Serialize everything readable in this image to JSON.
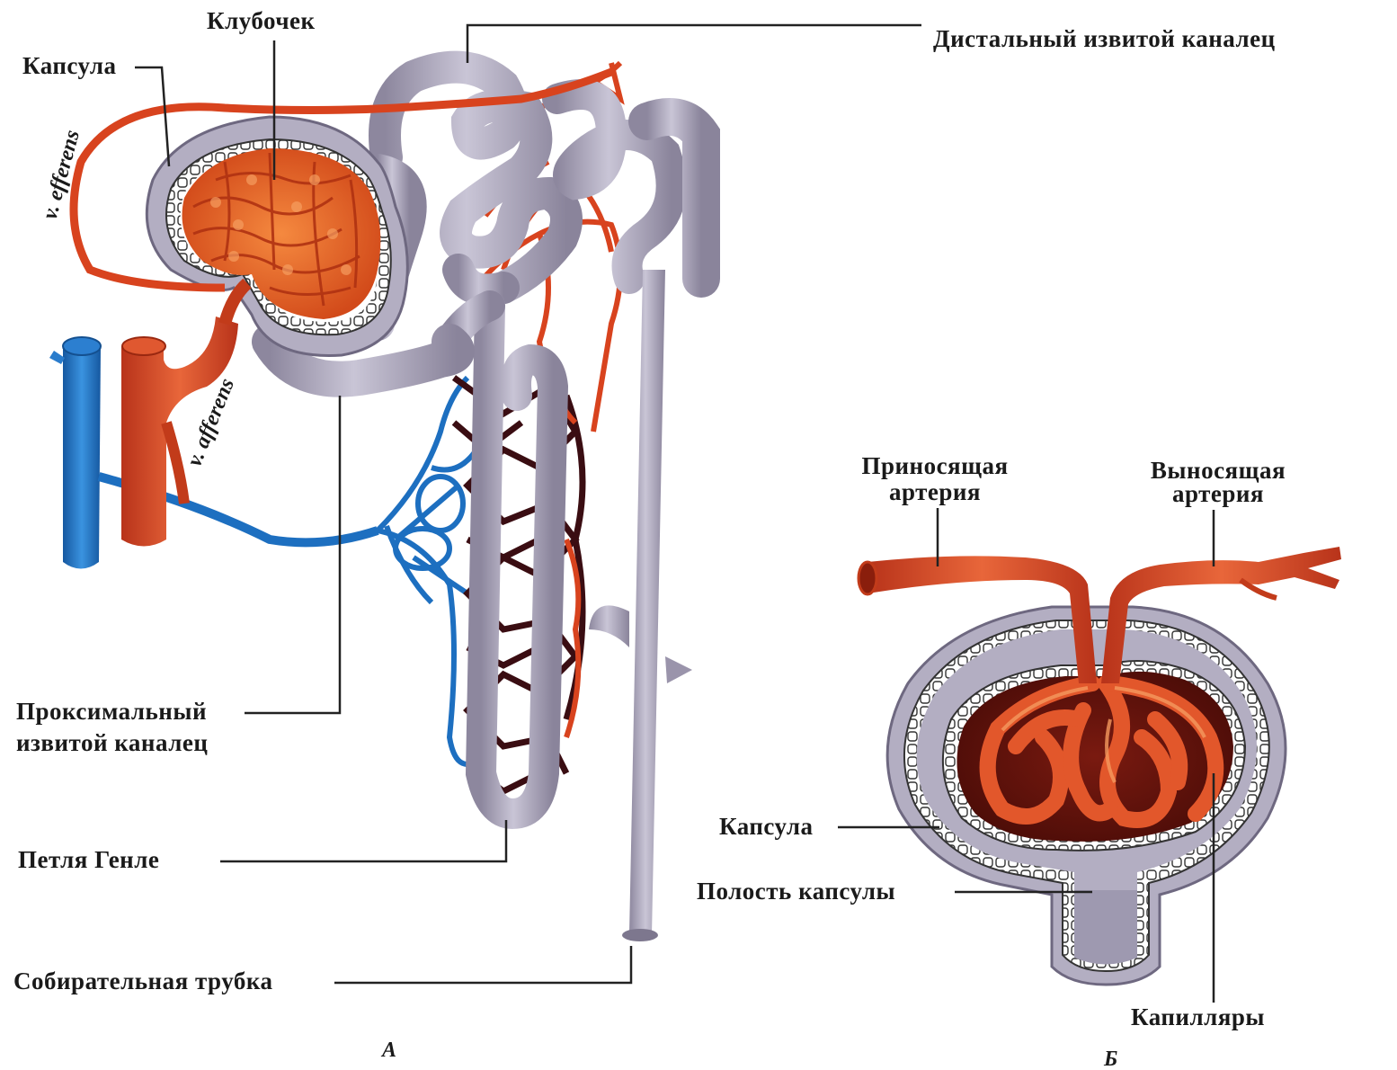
{
  "panel_a": {
    "caption": "А",
    "labels": {
      "kapsula": "Капсула",
      "klubochek": "Клубочек",
      "distal": "Дистальный  извитой  каналец",
      "v_efferens": "v. efferens",
      "v_afferens": "v. afferens",
      "proximal_line1": "Проксимальный",
      "proximal_line2": "извитой каналец",
      "henle": "Петля  Генле",
      "collecting": "Собирательная трубка"
    }
  },
  "panel_b": {
    "caption": "Б",
    "labels": {
      "afferent_line1": "Приносящая",
      "afferent_line2": "артерия",
      "efferent_line1": "Выносящая",
      "efferent_line2": "артерия",
      "kapsula": "Капсула",
      "cavity": "Полость капсулы",
      "capillaries": "Капилляры"
    }
  },
  "colors": {
    "artery": "#d8431e",
    "artery_dark": "#a82a10",
    "vein": "#1d6fc0",
    "tubule": "#a9a4b8",
    "tubule_dark": "#7d778e",
    "dark_net": "#3a0d12"
  }
}
